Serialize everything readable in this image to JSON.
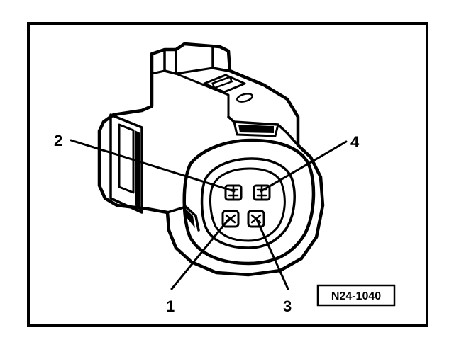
{
  "colors": {
    "ink": "#000000",
    "paper": "#ffffff"
  },
  "callouts": {
    "pin1": "1",
    "pin2": "2",
    "pin3": "3",
    "pin4": "4"
  },
  "reference": {
    "code": "N24-1040"
  }
}
